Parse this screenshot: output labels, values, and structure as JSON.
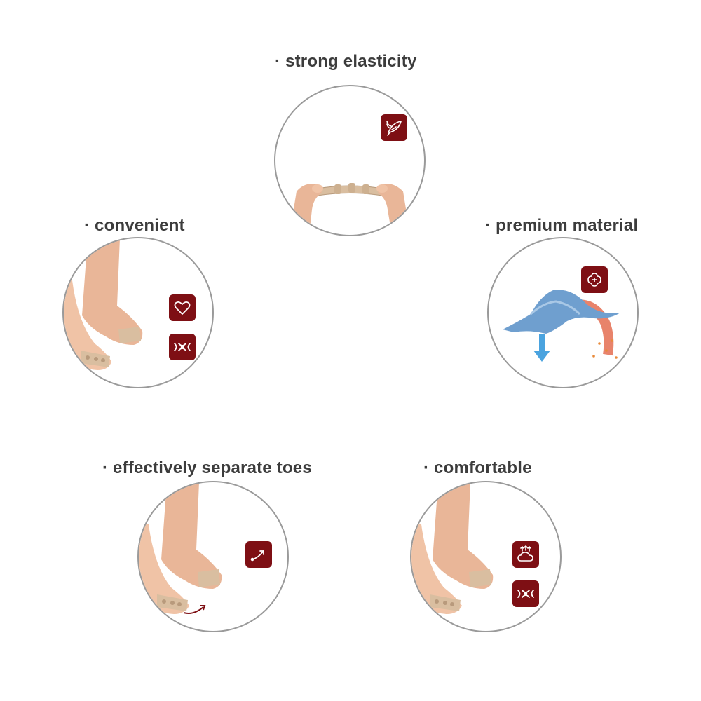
{
  "features": [
    {
      "title": "· strong elasticity",
      "icons": [
        "feather-icon"
      ]
    },
    {
      "title": "· convenient",
      "icons": [
        "heart-icon",
        "wave-link-icon"
      ]
    },
    {
      "title": "· premium material",
      "icons": [
        "cotton-icon"
      ]
    },
    {
      "title": "· effectively separate toes",
      "icons": [
        "separate-arrow-icon"
      ]
    },
    {
      "title": "· comfortable",
      "icons": [
        "breathable-cloud-icon",
        "wave-link-icon"
      ]
    }
  ],
  "colors": {
    "badge": "#7e0f14",
    "text": "#3c3c3c",
    "circle_border": "#9a9a9a",
    "skin": "#e9b698",
    "product": "#d9bea0"
  }
}
